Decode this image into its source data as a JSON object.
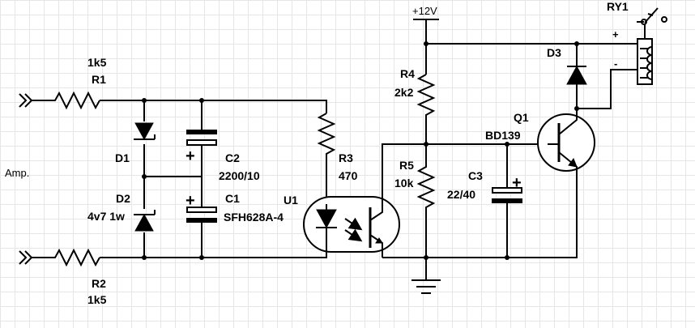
{
  "labels": {
    "r1": {
      "name": "R1",
      "value": "1k5"
    },
    "r2": {
      "name": "R2",
      "value": "1k5"
    },
    "d1": {
      "name": "D1"
    },
    "d2": {
      "name": "D2",
      "value": "4v7 1w"
    },
    "c2": {
      "name": "C2",
      "value": "2200/10"
    },
    "c1": {
      "name": "C1",
      "value": "SFH628A-4"
    },
    "r3": {
      "name": "R3",
      "value": "470"
    },
    "u1": {
      "name": "U1"
    },
    "r4": {
      "name": "R4",
      "value": "2k2"
    },
    "r5": {
      "name": "R5",
      "value": "10k"
    },
    "c3": {
      "name": "C3",
      "value": "22/40"
    },
    "q1": {
      "name": "Q1",
      "value": "BD139"
    },
    "d3": {
      "name": "D3"
    },
    "ry1": {
      "name": "RY1",
      "plus": "+",
      "minus": "-"
    },
    "supply": "+12V",
    "input": "Amp."
  },
  "colors": {
    "ink": "#000000",
    "grid": "#e6e6e6",
    "background": "#ffffff"
  }
}
